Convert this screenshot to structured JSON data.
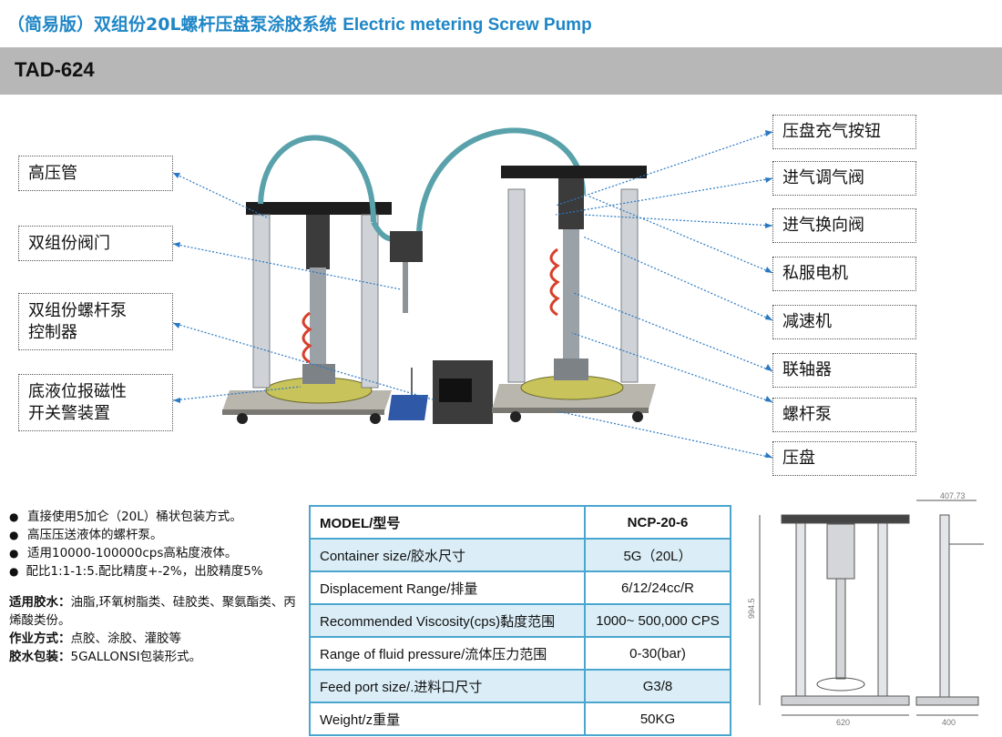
{
  "title": {
    "cn": "（简易版）双组份20L螺杆压盘泵涂胶系统",
    "en": "Electric metering Screw Pump"
  },
  "model_bar": {
    "label": "TAD-624"
  },
  "callouts_left": [
    {
      "label": "高压管"
    },
    {
      "label": "双组份阀门"
    },
    {
      "label": "双组份螺杆泵\n控制器"
    },
    {
      "label": "底液位报磁性\n开关警装置"
    }
  ],
  "callouts_right": [
    {
      "label": "压盘充气按钮"
    },
    {
      "label": "进气调气阀"
    },
    {
      "label": "进气换向阀"
    },
    {
      "label": "私服电机"
    },
    {
      "label": "减速机"
    },
    {
      "label": "联轴器"
    },
    {
      "label": "螺杆泵"
    },
    {
      "label": "压盘"
    }
  ],
  "features": {
    "bullets": [
      "直接使用5加仑（20L）桶状包装方式。",
      "高压压送液体的螺杆泵。",
      "适用10000-100000cps高粘度液体。",
      "配比1:1-1:5.配比精度+-2%，出胶精度5%"
    ],
    "sections": [
      {
        "label": "适用胶水",
        "sep": "：",
        "text": "油脂,环氧树脂类、硅胶类、聚氨酯类、丙烯酸类份。"
      },
      {
        "label": "作业方式",
        "sep": "：",
        "text": "点胶、涂胶、灌胶等"
      },
      {
        "label": "胶水包装",
        "sep": "：",
        "text": "5GALLONSI包装形式。"
      }
    ]
  },
  "spec_table": {
    "header": {
      "name": "MODEL/型号",
      "value": "NCP-20-6"
    },
    "rows": [
      {
        "name": "Container size/胶水尺寸",
        "value": "5G（20L）"
      },
      {
        "name": "Displacement  Range/排量",
        "value": "6/12/24cc/R"
      },
      {
        "name": "Recommended Viscosity(cps)黏度范围",
        "value": "1000~ 500,000 CPS"
      },
      {
        "name": "Range of fluid pressure/流体压力范围",
        "value": "0-30(bar)"
      },
      {
        "name": "Feed port size/.进料口尺寸",
        "value": "G3/8"
      },
      {
        "name": "Weight/z重量",
        "value": "50KG"
      }
    ]
  },
  "drawing": {
    "dim_top": "407.73",
    "dim_height": "994.5",
    "dim_width_front": "620",
    "dim_width_side": "400"
  },
  "colors": {
    "title": "#1f86c6",
    "model_bar": "#b7b7b7",
    "table_border": "#4aa6cf",
    "table_alt": "#dbeef7",
    "leader": "#2a78c2"
  }
}
